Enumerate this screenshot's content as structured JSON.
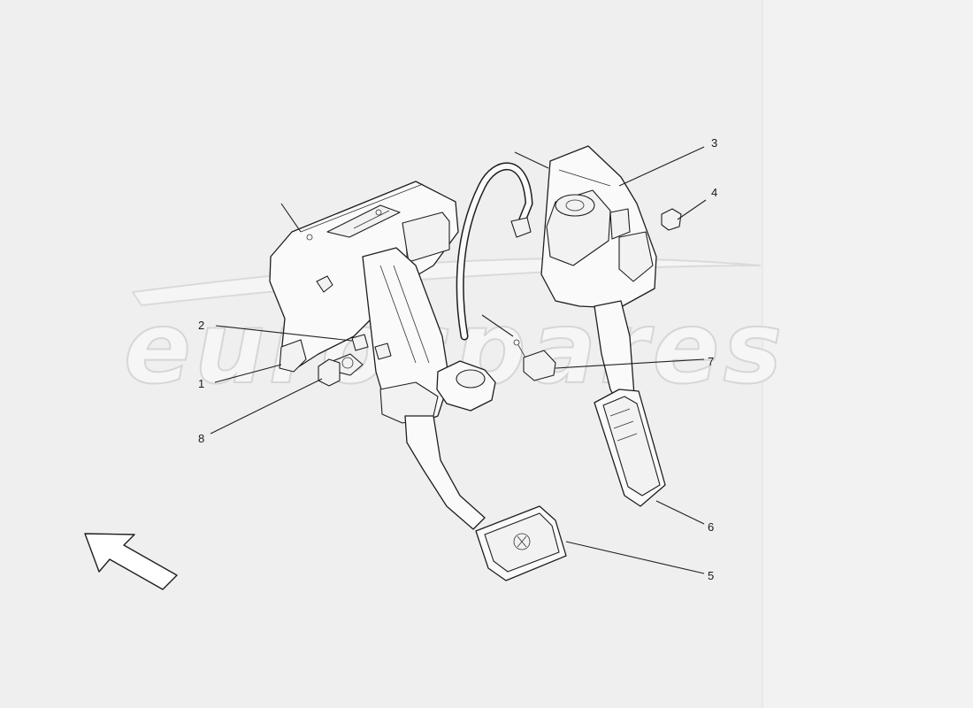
{
  "watermark": {
    "text": "eurospares"
  },
  "callouts": [
    {
      "id": "1",
      "label": "1"
    },
    {
      "id": "2",
      "label": "2"
    },
    {
      "id": "3",
      "label": "3"
    },
    {
      "id": "4",
      "label": "4"
    },
    {
      "id": "5",
      "label": "5"
    },
    {
      "id": "6",
      "label": "6"
    },
    {
      "id": "7",
      "label": "7"
    },
    {
      "id": "8",
      "label": "8"
    }
  ]
}
